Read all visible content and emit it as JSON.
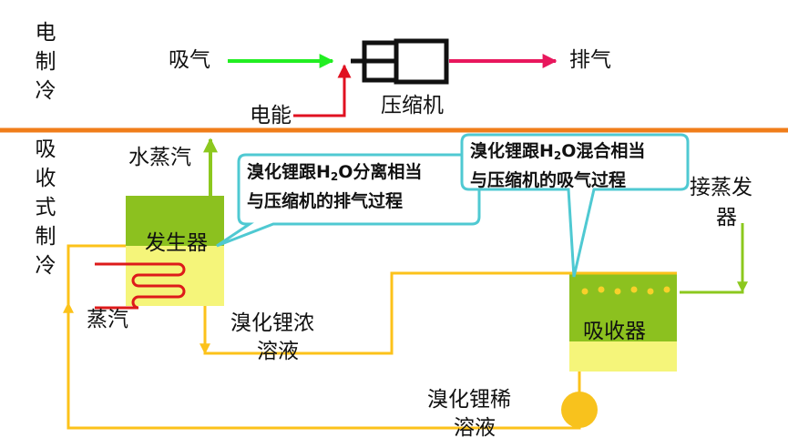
{
  "electric": {
    "section_label": "电制冷",
    "intake_label": "吸气",
    "exhaust_label": "排气",
    "power_label": "电能",
    "compressor_label": "压缩机"
  },
  "absorption": {
    "section_label": "吸收式制冷",
    "water_vapor_label": "水蒸汽",
    "generator_label": "发生器",
    "steam_label": "蒸汽",
    "concentrated_line1": "溴化锂浓",
    "concentrated_line2": "溶液",
    "dilute_line1": "溴化锂稀",
    "dilute_line2": "溶液",
    "absorber_label": "吸收器",
    "evaporator_line1": "接蒸发",
    "evaporator_line2": "器",
    "callout_left": {
      "line1_pre": "溴化锂跟H",
      "line1_sub": "2",
      "line1_post": "O分离相当",
      "line2": "与压缩机的排气过程"
    },
    "callout_right": {
      "line1_pre": "溴化锂跟H",
      "line1_sub": "2",
      "line1_post": "O混合相当",
      "line2": "与压缩机的吸气过程"
    }
  },
  "colors": {
    "divider": "#f07d1a",
    "intake_arrow": "#22ee22",
    "exhaust_arrow": "#e8175d",
    "power_line": "#e01020",
    "generator_top": "#8cc11f",
    "generator_bottom": "#f5f57a",
    "absorber_top": "#8cc11f",
    "absorber_bottom": "#f5f57a",
    "solution_pipe": "#fcc21a",
    "vapor_arrow": "#8cc81e",
    "heating_coil": "#dd1a1a",
    "pump": "#f8c21d",
    "callout_border": "#4fc9d2"
  }
}
